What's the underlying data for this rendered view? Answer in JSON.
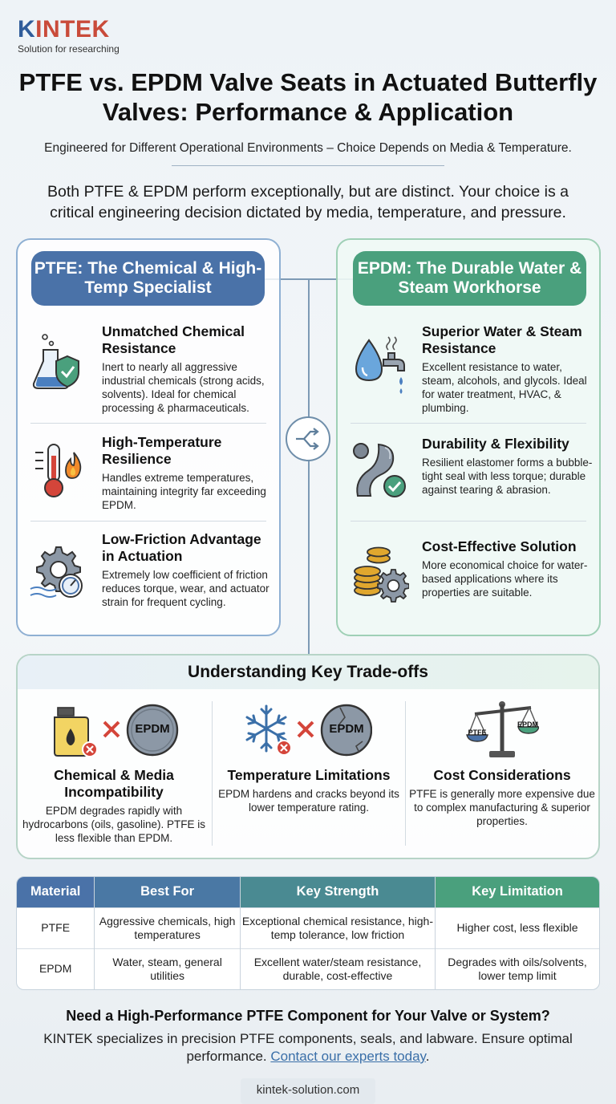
{
  "brand": {
    "logo_k": "K",
    "logo_rest": "INTEK",
    "tagline": "Solution for researching"
  },
  "title": "PTFE vs. EPDM Valve Seats in Actuated Butterfly Valves: Performance & Application",
  "subtitle": "Engineered for Different Operational Environments – Choice Depends on Media & Temperature.",
  "intro": "Both PTFE & EPDM perform exceptionally, but are distinct. Your choice is a critical engineering decision dictated by media, temperature, and pressure.",
  "ptfe": {
    "heading": "PTFE: The Chemical & High-Temp Specialist",
    "features": [
      {
        "title": "Unmatched Chemical Resistance",
        "desc": "Inert to nearly all aggressive industrial chemicals (strong acids, solvents). Ideal for chemical processing & pharmaceuticals.",
        "icon": "flask-shield-icon"
      },
      {
        "title": "High-Temperature Resilience",
        "desc": "Handles extreme temperatures, maintaining integrity far exceeding EPDM.",
        "icon": "thermometer-flame-icon"
      },
      {
        "title": "Low-Friction Advantage in Actuation",
        "desc": "Extremely low coefficient of friction reduces torque, wear, and actuator strain for frequent cycling.",
        "icon": "gear-gauge-icon"
      }
    ]
  },
  "epdm": {
    "heading": "EPDM: The Durable Water & Steam Workhorse",
    "features": [
      {
        "title": "Superior Water & Steam Resistance",
        "desc": "Excellent resistance to water, steam, alcohols, and glycols. Ideal for water treatment, HVAC, & plumbing.",
        "icon": "water-drop-faucet-icon"
      },
      {
        "title": "Durability & Flexibility",
        "desc": "Resilient elastomer forms a bubble-tight seal with less torque; durable against tearing & abrasion.",
        "icon": "flexible-seal-check-icon"
      },
      {
        "title": "Cost-Effective Solution",
        "desc": "More economical choice for water-based applications where its properties are suitable.",
        "icon": "coins-gear-icon"
      }
    ]
  },
  "tradeoffs": {
    "heading": "Understanding Key Trade-offs",
    "badge": "EPDM",
    "scale_left": "PTFE",
    "scale_right": "EPDM",
    "items": [
      {
        "title": "Chemical & Media Incompatibility",
        "desc": "EPDM degrades rapidly with hydrocarbons (oils, gasoline). PTFE is less flexible than EPDM."
      },
      {
        "title": "Temperature Limitations",
        "desc": "EPDM hardens and cracks beyond its lower temperature rating."
      },
      {
        "title": "Cost Considerations",
        "desc": "PTFE is generally more expensive due to complex manufacturing & superior properties."
      }
    ]
  },
  "table": {
    "headers": [
      "Material",
      "Best For",
      "Key Strength",
      "Key Limitation"
    ],
    "rows": [
      [
        "PTFE",
        "Aggressive chemicals, high temperatures",
        "Exceptional chemical resistance, high-temp tolerance, low friction",
        "Higher cost, less flexible"
      ],
      [
        "EPDM",
        "Water, steam, general utilities",
        "Excellent water/steam resistance, durable, cost-effective",
        "Degrades with oils/solvents, lower temp limit"
      ]
    ]
  },
  "cta": {
    "title": "Need a High-Performance PTFE Component for Your Valve or System?",
    "text": "KINTEK specializes in precision PTFE components, seals, and labware. Ensure optimal performance.",
    "link": "Contact our experts today",
    "link_end": "."
  },
  "footer": "kintek-solution.com",
  "colors": {
    "ptfe_blue": "#4a72a8",
    "epdm_green": "#4aa07d",
    "logo_red": "#c94b3a",
    "link_blue": "#3a6fa8"
  }
}
